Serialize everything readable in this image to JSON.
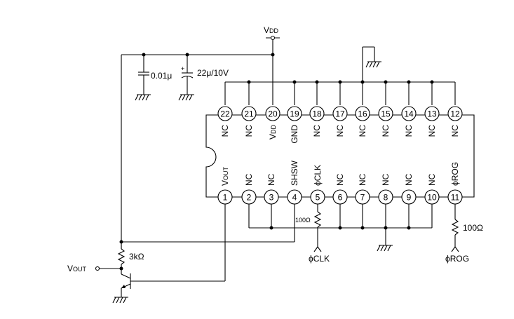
{
  "supply": {
    "name": "V",
    "sub": "DD"
  },
  "capacitors": {
    "c1": "0.01μ",
    "c2": "22μ/10V",
    "c2_polarity": "+"
  },
  "ic": {
    "top_pins": [
      {
        "num": "22",
        "label": "NC"
      },
      {
        "num": "21",
        "label": "NC"
      },
      {
        "num": "20",
        "label": "V",
        "label_sub": "DD"
      },
      {
        "num": "19",
        "label": "GND"
      },
      {
        "num": "18",
        "label": "NC"
      },
      {
        "num": "17",
        "label": "NC"
      },
      {
        "num": "16",
        "label": "NC"
      },
      {
        "num": "15",
        "label": "NC"
      },
      {
        "num": "14",
        "label": "NC"
      },
      {
        "num": "13",
        "label": "NC"
      },
      {
        "num": "12",
        "label": "NC"
      }
    ],
    "bottom_pins": [
      {
        "num": "1",
        "label": "V",
        "label_sub": "OUT"
      },
      {
        "num": "2",
        "label": "NC"
      },
      {
        "num": "3",
        "label": "NC"
      },
      {
        "num": "4",
        "label": "SHSW"
      },
      {
        "num": "5",
        "label": "ϕCLK"
      },
      {
        "num": "6",
        "label": "NC"
      },
      {
        "num": "7",
        "label": "NC"
      },
      {
        "num": "8",
        "label": "NC"
      },
      {
        "num": "9",
        "label": "NC"
      },
      {
        "num": "10",
        "label": "NC"
      },
      {
        "num": "11",
        "label": "ϕROG"
      }
    ]
  },
  "resistors": {
    "r_load": "3kΩ",
    "r_clk": "100Ω",
    "r_rog": "100Ω"
  },
  "output": {
    "name": "V",
    "sub": "OUT"
  },
  "inputs": {
    "clk": "ϕCLK",
    "rog": "ϕROG"
  }
}
